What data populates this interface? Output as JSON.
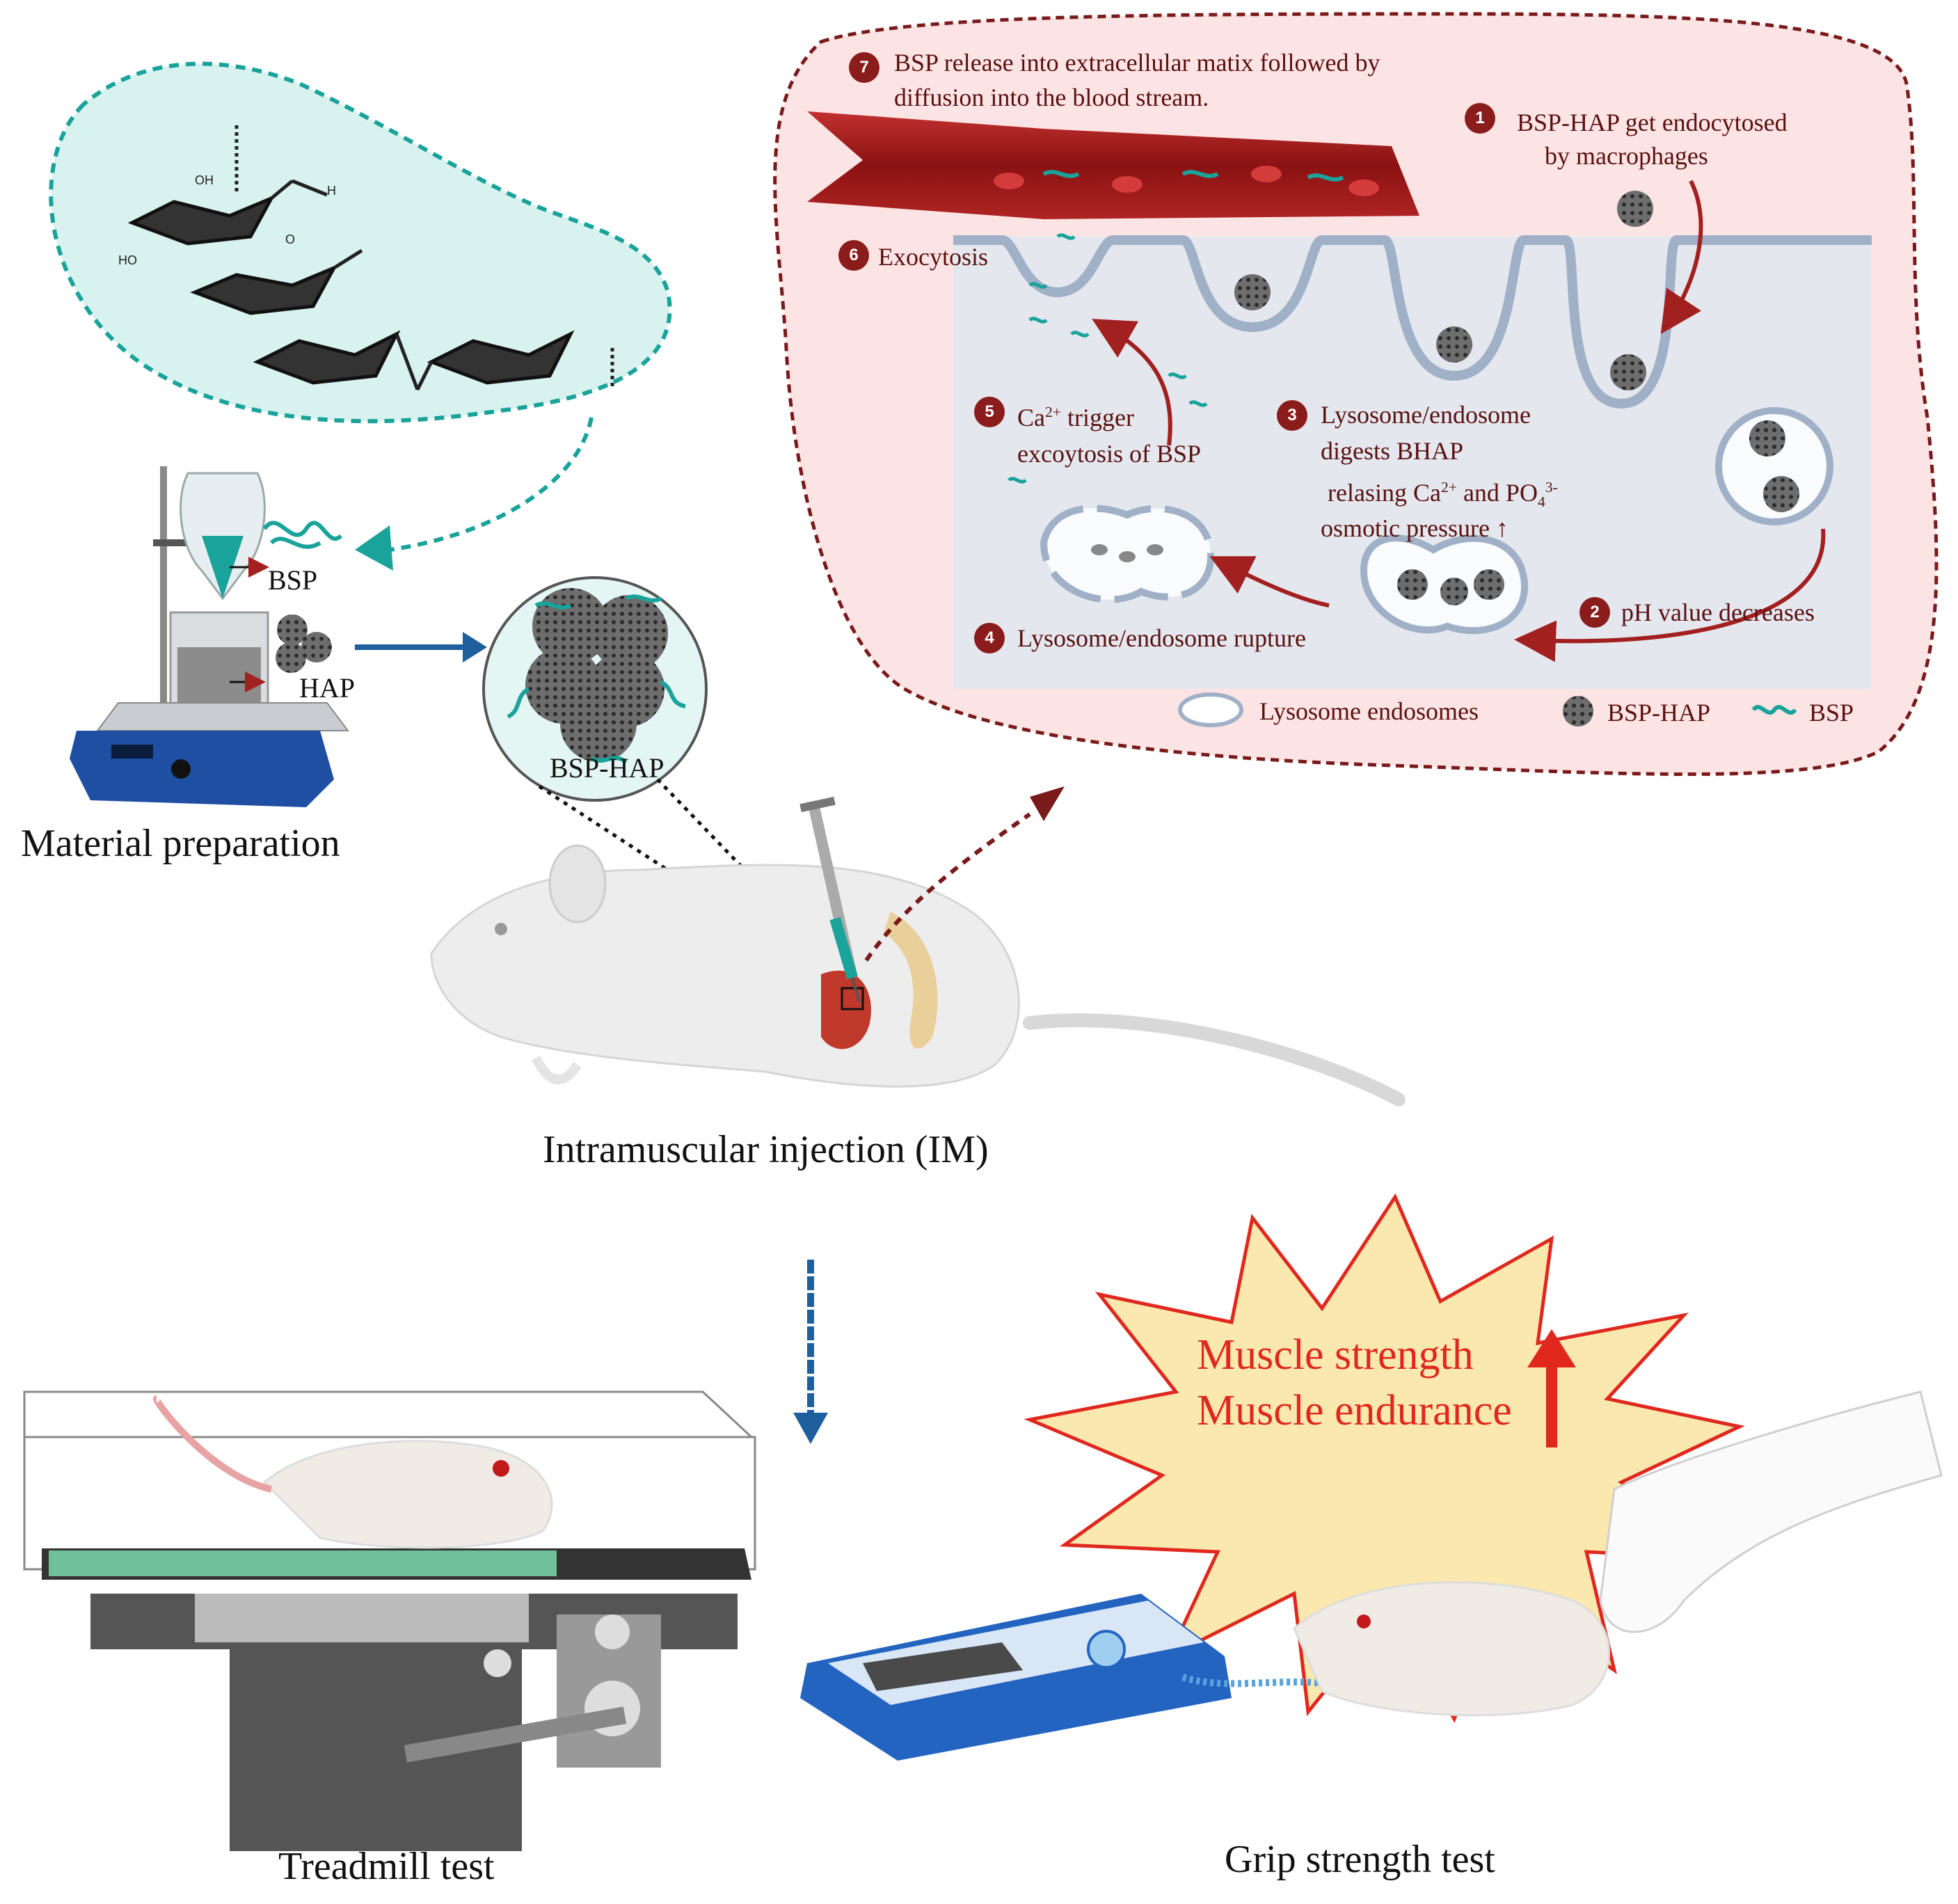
{
  "material": {
    "caption": "Material preparation",
    "bsp_label": "BSP",
    "hap_label": "HAP",
    "chem_atoms": {
      "oh": "OH",
      "ho": "HO",
      "h": "H",
      "o": "O"
    }
  },
  "particle": {
    "label": "BSP-HAP"
  },
  "injection": {
    "caption": "Intramuscular injection (IM)"
  },
  "cell": {
    "step1": {
      "num": "1",
      "line1": "BSP-HAP get endocytosed",
      "line2": "by macrophages"
    },
    "step2": {
      "num": "2",
      "text": "pH value decreases"
    },
    "step3": {
      "num": "3",
      "line1": "Lysosome/endosome",
      "line2": "digests BHAP",
      "line3a": "relasing Ca",
      "line3b": "2+",
      "line3c": " and PO",
      "line3d": "4",
      "line3e": "3-",
      "line4": "osmotic pressure ↑"
    },
    "step4": {
      "num": "4",
      "text": "Lysosome/endosome rupture"
    },
    "step5": {
      "num": "5",
      "line1a": "Ca",
      "line1b": "2+",
      "line1c": " trigger",
      "line2": "excoytosis of BSP"
    },
    "step6": {
      "num": "6",
      "text": "Exocytosis"
    },
    "step7": {
      "num": "7",
      "line1": "BSP release into extracellular matix followed by",
      "line2": "diffusion into the blood stream."
    },
    "legend": {
      "lysosome": "Lysosome endosomes",
      "bsp_hap": "BSP-HAP",
      "bsp": "BSP"
    }
  },
  "outcome": {
    "line1": "Muscle strength",
    "line2": "Muscle endurance"
  },
  "tests": {
    "treadmill": "Treadmill test",
    "grip": "Grip strength test"
  },
  "colors": {
    "teal": "#1aa39a",
    "dark_red": "#7a1a1a",
    "arrow_red": "#a32020",
    "blue_arrow": "#1f5f9e",
    "cell_bg": "#e4e8ee",
    "pink_bg": "#fde4e4",
    "burst_fill": "#fbe8ae",
    "burst_stroke": "#e0281e"
  }
}
